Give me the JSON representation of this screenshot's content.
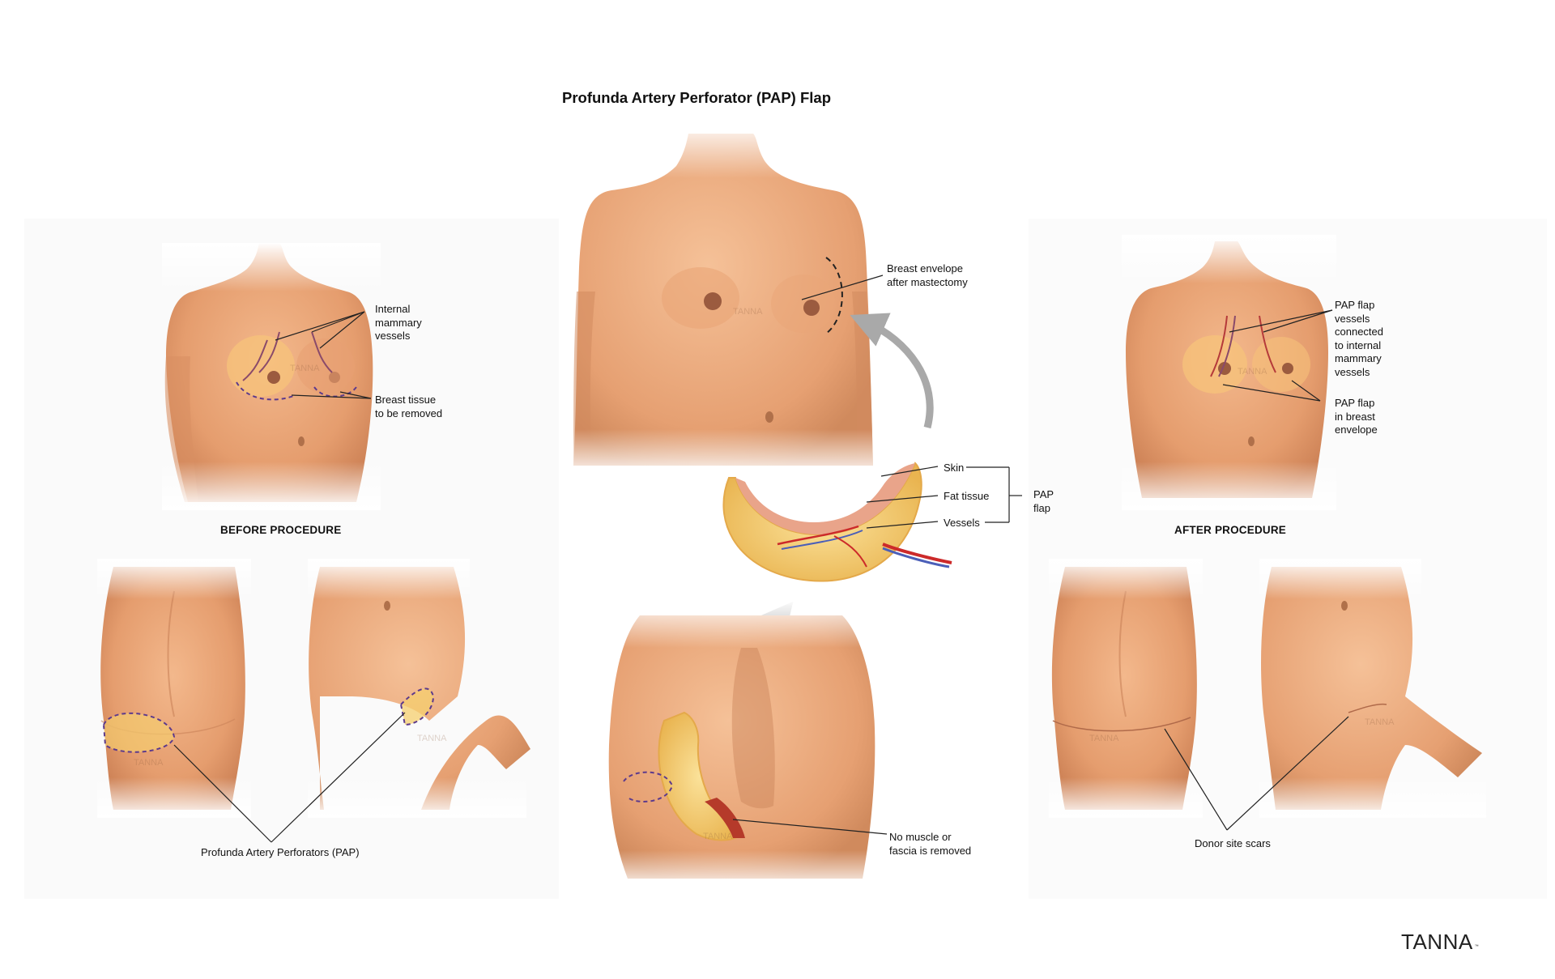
{
  "title": "Profunda Artery Perforator (PAP) Flap",
  "sections": {
    "before": "BEFORE PROCEDURE",
    "after": "AFTER PROCEDURE"
  },
  "labels": {
    "internal_mammary_vessels": "Internal\nmammary\nvessels",
    "breast_tissue_removed": "Breast tissue\nto be removed",
    "breast_envelope": "Breast envelope\nafter mastectomy",
    "skin": "Skin",
    "fat_tissue": "Fat tissue",
    "vessels": "Vessels",
    "pap_flap": "PAP\nflap",
    "pap_flap_vessels_connected": "PAP flap\nvessels\nconnected\nto internal\nmammary\nvessels",
    "pap_flap_in_envelope": "PAP flap\nin breast\nenvelope",
    "profunda_artery_perforators": "Profunda Artery Perforators (PAP)",
    "no_muscle_or_fascia": "No muscle or\nfascia is removed",
    "donor_site_scars": "Donor site scars"
  },
  "watermark": "TANNA",
  "logo": "TANNA",
  "logo_mark": "™",
  "colors": {
    "skin_light": "#f2b48a",
    "skin_mid": "#e39a6c",
    "skin_dark": "#c97a4f",
    "fat_yellow": "#f6cf6e",
    "flap_pink": "#e9a48a",
    "artery_red": "#cc2a2a",
    "vein_blue": "#4b5fb8",
    "incision_purple": "#5d3a8c",
    "arrow_gray": "#a9a9a9"
  }
}
